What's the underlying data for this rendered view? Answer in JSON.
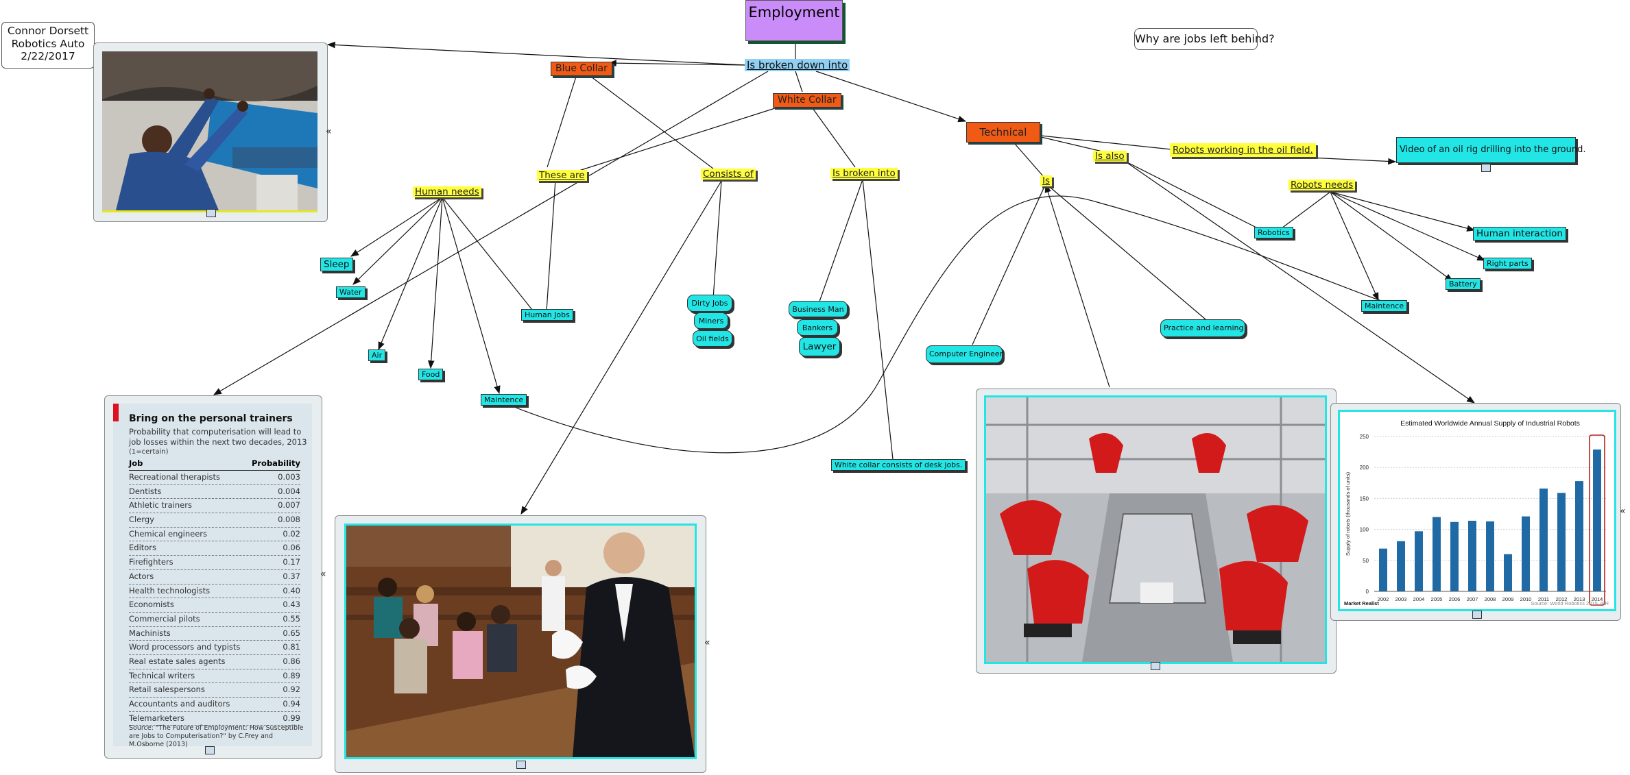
{
  "header": {
    "author_line1": "Connor Dorsett",
    "author_line2": "Robotics Auto",
    "date": "2/22/2017",
    "question": "Why are jobs left behind?"
  },
  "map": {
    "root": "Employment",
    "broken_down": "Is broken down into",
    "blue_collar": "Blue Collar",
    "white_collar": "White Collar",
    "technical": "Technical",
    "these_are": "These are",
    "consists_of": "Consists of",
    "is_broken_into": "Is broken into",
    "human_needs": "Human needs",
    "is_also": "Is also",
    "is": "Is",
    "robots_oil": "Robots working in the oil field.",
    "video_oil": "Video of an oil rig drilling into the ground.",
    "robots_needs": "Robots needs",
    "sleep": "Sleep",
    "water": "Water",
    "air": "Air",
    "food": "Food",
    "maintence_human": "Maintence",
    "human_jobs": "Human Jobs",
    "dirty_jobs": "Dirty Jobs",
    "miners": "Miners",
    "oil_fields": "Oil fields",
    "business_man": "Business Man",
    "bankers": "Bankers",
    "lawyer": "Lawyer",
    "white_desk": "White collar consists of desk jobs.",
    "computer_engineer": "Computer Engineer",
    "practice": "Practice and learning",
    "robotics": "Robotics",
    "human_interaction": "Human interaction",
    "right_parts": "Right parts",
    "battery": "Battery",
    "maintence_robot": "Maintence"
  },
  "table_card": {
    "title": "Bring on the personal trainers",
    "subtitle": "Probability that computerisation will lead to job losses within the next two decades, 2013",
    "subtitle2": "(1=certain)",
    "col_job": "Job",
    "col_prob": "Probability",
    "rows": [
      {
        "job": "Recreational therapists",
        "p": "0.003"
      },
      {
        "job": "Dentists",
        "p": "0.004"
      },
      {
        "job": "Athletic trainers",
        "p": "0.007"
      },
      {
        "job": "Clergy",
        "p": "0.008"
      },
      {
        "job": "Chemical engineers",
        "p": "0.02"
      },
      {
        "job": "Editors",
        "p": "0.06"
      },
      {
        "job": "Firefighters",
        "p": "0.17"
      },
      {
        "job": "Actors",
        "p": "0.37"
      },
      {
        "job": "Health technologists",
        "p": "0.40"
      },
      {
        "job": "Economists",
        "p": "0.43"
      },
      {
        "job": "Commercial pilots",
        "p": "0.55"
      },
      {
        "job": "Machinists",
        "p": "0.65"
      },
      {
        "job": "Word processors and typists",
        "p": "0.81"
      },
      {
        "job": "Real estate sales agents",
        "p": "0.86"
      },
      {
        "job": "Technical writers",
        "p": "0.89"
      },
      {
        "job": "Retail salespersons",
        "p": "0.92"
      },
      {
        "job": "Accountants and auditors",
        "p": "0.94"
      },
      {
        "job": "Telemarketers",
        "p": "0.99"
      }
    ],
    "source": "Source: \"The Future of Employment: How Susceptible are Jobs to Computerisation?\" by C.Frey and M.Osborne (2013)"
  },
  "chart_data": {
    "type": "bar",
    "title": "Estimated Worldwide Annual Supply of Industrial Robots",
    "ylabel": "Supply of robots (thousands of units)",
    "xlabel": "",
    "categories": [
      "2002",
      "2003",
      "2004",
      "2005",
      "2006",
      "2007",
      "2008",
      "2009",
      "2010",
      "2011",
      "2012",
      "2013",
      "2014"
    ],
    "values": [
      69,
      81,
      97,
      120,
      112,
      114,
      113,
      60,
      121,
      166,
      159,
      178,
      229
    ],
    "ylim": [
      0,
      250
    ],
    "yticks": [
      "0",
      "50",
      "100",
      "150",
      "200",
      "250"
    ],
    "highlight_category": "2014",
    "bar_color": "#1f6aa5",
    "footer_left": "Market Realist",
    "footer_right": "Source: World Robotics 2015, IFR",
    "grid": true
  },
  "colors": {
    "orange": "#f05a14",
    "yellow": "#ffff3c",
    "cyan": "#22e6e6",
    "purple": "#c98cf8",
    "blue_link": "#8fd0f4"
  }
}
